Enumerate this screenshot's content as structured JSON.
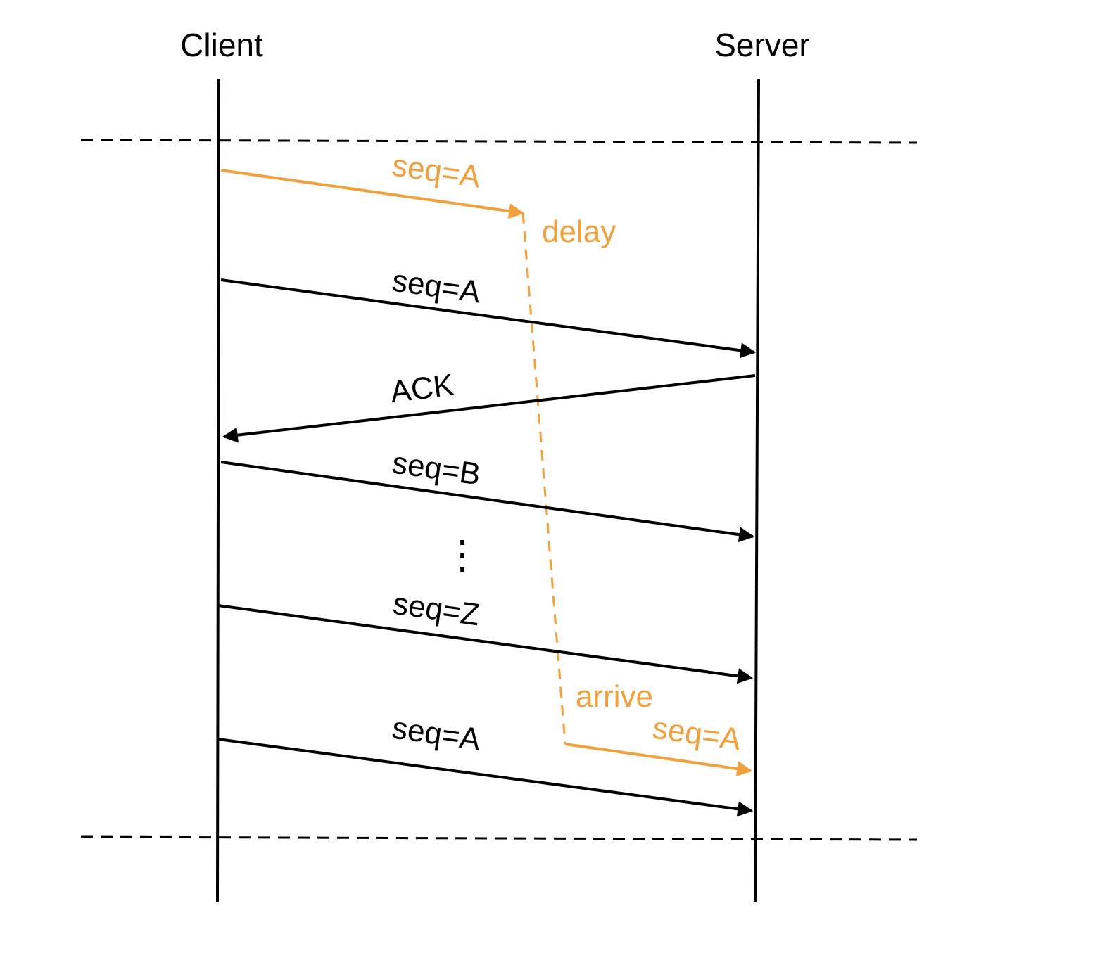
{
  "colors": {
    "primary": "#000000",
    "highlight": "#f0a03c",
    "background": "#ffffff"
  },
  "actors": {
    "client": "Client",
    "server": "Server"
  },
  "annotations": {
    "delay": "delay",
    "arrive": "arrive",
    "ellipsis": "⋮"
  },
  "messages": [
    {
      "label": "seq=A",
      "from": "Client",
      "to": "Server",
      "style": "delayed"
    },
    {
      "label": "seq=A",
      "from": "Client",
      "to": "Server",
      "style": "normal"
    },
    {
      "label": "ACK",
      "from": "Server",
      "to": "Client",
      "style": "normal"
    },
    {
      "label": "seq=B",
      "from": "Client",
      "to": "Server",
      "style": "normal"
    },
    {
      "label": "seq=Z",
      "from": "Client",
      "to": "Server",
      "style": "normal"
    },
    {
      "label": "seq=A",
      "from": "Client",
      "to": "Server",
      "style": "normal"
    },
    {
      "label": "seq=A",
      "from": "Client",
      "to": "Server",
      "style": "delayed-arrival"
    }
  ]
}
